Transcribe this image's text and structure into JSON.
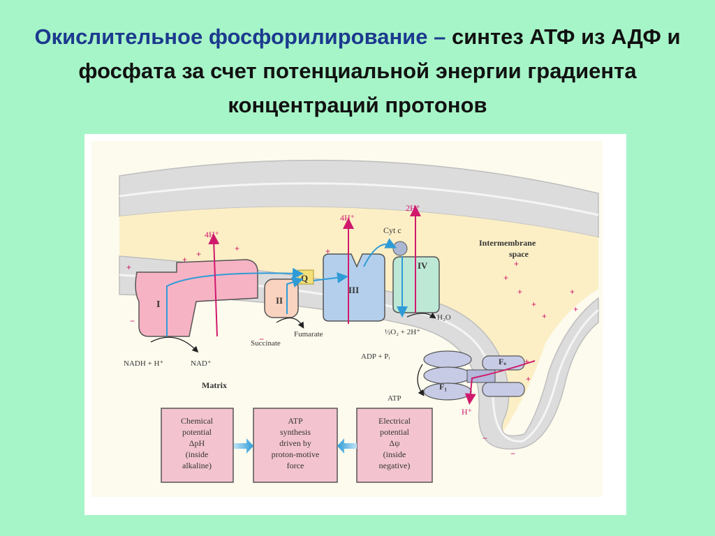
{
  "title": {
    "highlight": "Окислительное фосфорилирование –",
    "rest": "синтез АТФ из АДФ и фосфата за счет потенциальной энергии градиента концентраций протонов"
  },
  "diagram": {
    "complex_I": "I",
    "complex_II": "II",
    "complex_III": "III",
    "complex_IV": "IV",
    "q": "Q",
    "cyt_c": "Cyt c",
    "h_4_a": "4H⁺",
    "h_4_b": "4H⁺",
    "h_2": "2H⁺",
    "h_bottom": "H⁺",
    "intermembrane": "Intermembrane",
    "space": "space",
    "matrix": "Matrix",
    "nadh": "NADH + H⁺",
    "nad": "NAD⁺",
    "succinate": "Succinate",
    "fumarate": "Fumarate",
    "oxygen": "½O₂ + 2H⁺",
    "water": "H₂O",
    "adp": "ADP + Pᵢ",
    "atp": "ATP",
    "fo": "Fₒ",
    "f1": "F₁",
    "box1": [
      "Chemical",
      "potential",
      "ΔpH",
      "(inside",
      "alkaline)"
    ],
    "box2": [
      "ATP",
      "synthesis",
      "driven by",
      "proton-motive",
      "force"
    ],
    "box3": [
      "Electrical",
      "potential",
      "Δψ",
      "(inside",
      "negative)"
    ]
  },
  "colors": {
    "background": "#a6f5c8",
    "title_highlight": "#1c3a8e",
    "intermembrane": "#fcefc6",
    "complex_I": "#f6b3c4",
    "complex_II": "#f9d3c0",
    "complex_III": "#b4cfec",
    "complex_IV": "#bde8d6",
    "proton_arrow": "#d0196c",
    "electron_arrow": "#2f9bd6",
    "box_fill": "#f3c4cf"
  }
}
